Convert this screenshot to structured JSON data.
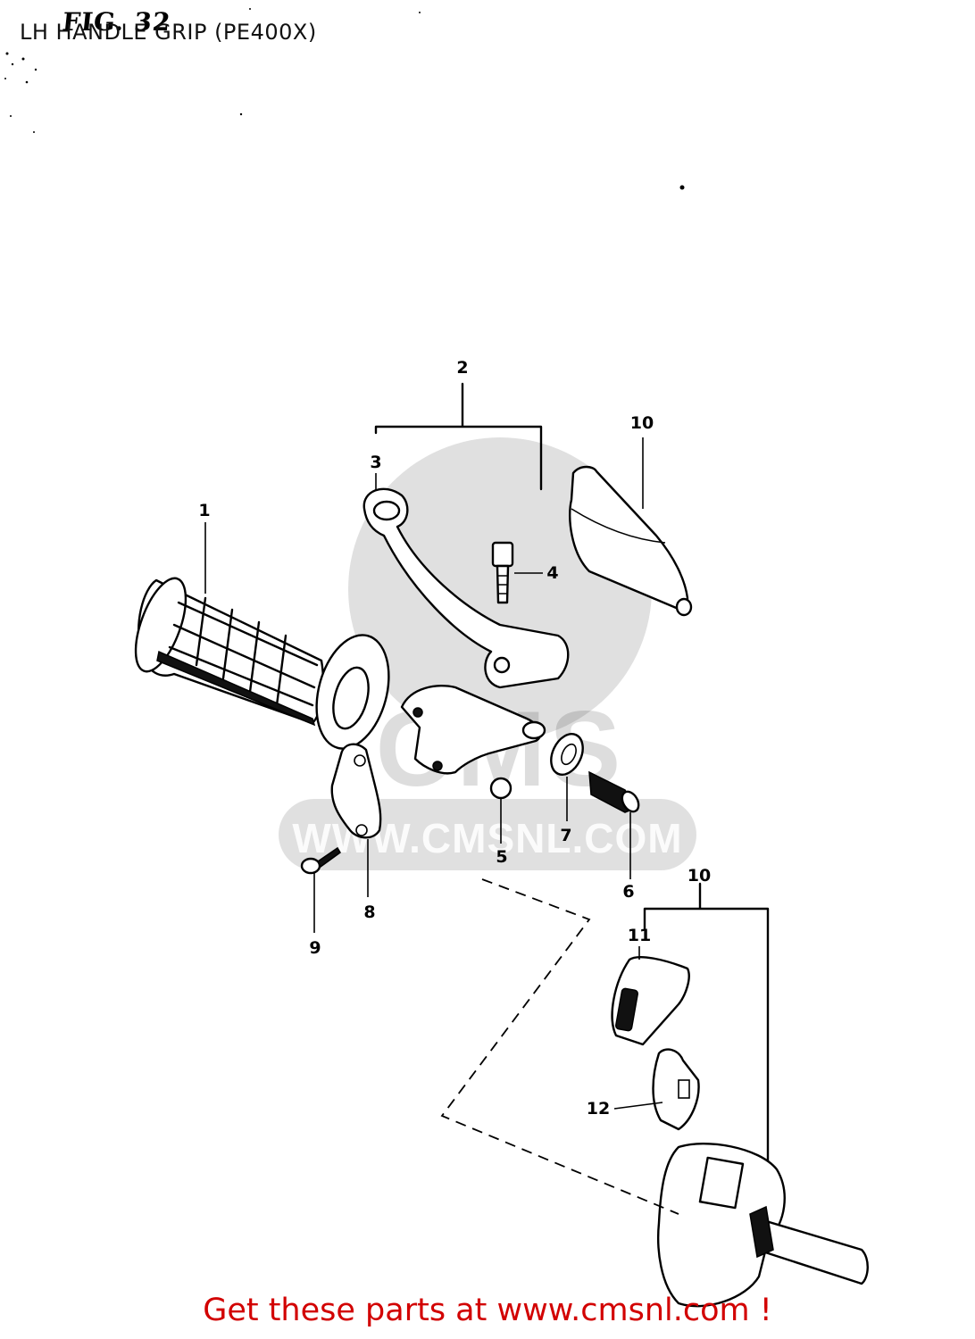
{
  "figure": {
    "label": "FIG. 32",
    "title": "LH HANDLE GRIP (PE400X)"
  },
  "watermark": {
    "url": "WWW.CMSNL.COM",
    "brand": "CMS"
  },
  "callouts": [
    "1",
    "2",
    "3",
    "4",
    "5",
    "6",
    "7",
    "8",
    "9",
    "10",
    "10",
    "11",
    "12"
  ],
  "footer": {
    "text": "Get these parts at www.cmsnl.com !",
    "color": "#d20000"
  }
}
